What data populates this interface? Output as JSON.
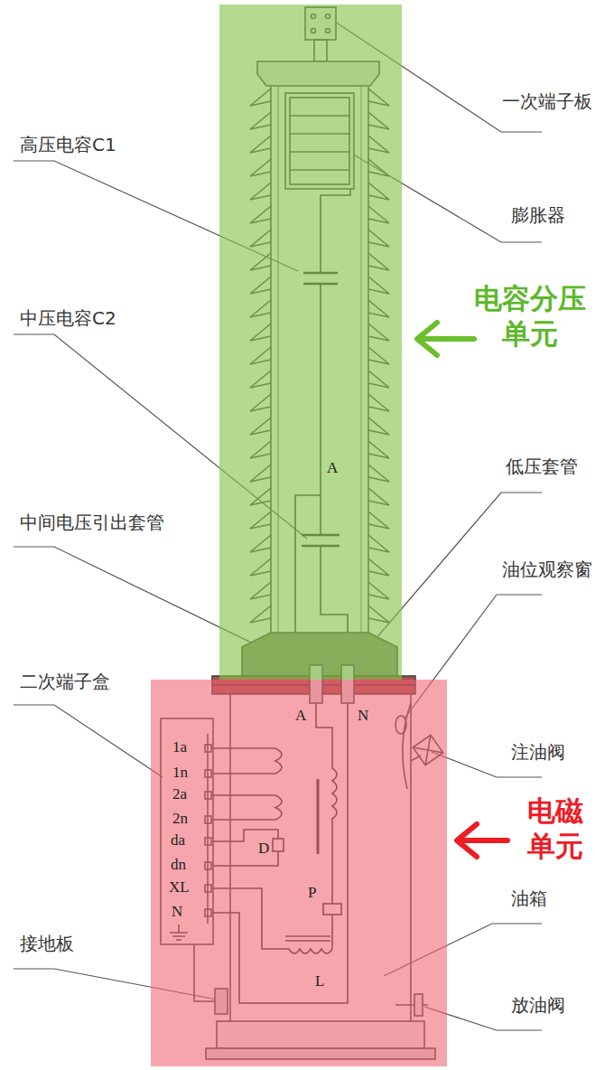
{
  "diagram": {
    "nodes": [
      {
        "text": [
          "电容分压单元"
        ]
      },
      {
        "text": [
          "电磁单元"
        ]
      }
    ],
    "labels": [
      "一次端子板",
      "高压电容C1",
      "膨胀器",
      "中压电容C2",
      "A",
      "低压套管",
      "中间电压引出套管",
      "油位观察窗",
      "二次端子盒",
      "A",
      "N",
      "注油阀",
      "1a",
      "1n",
      "2a",
      "2n",
      "da",
      "dn",
      "XL",
      "D",
      "N",
      "油箱",
      "P",
      "接地板",
      "L",
      "放油阀"
    ]
  }
}
